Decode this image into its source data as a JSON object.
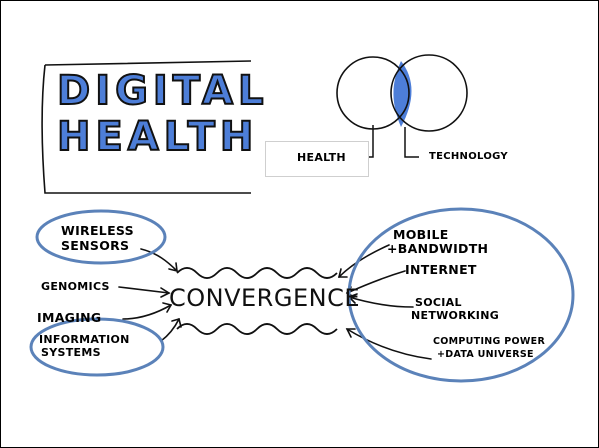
{
  "title": {
    "line1": "DIGITAL",
    "line2": "HEALTH"
  },
  "venn": {
    "left_label": "HEALTH",
    "right_label": "TECHNOLOGY",
    "overlap_color": "#4d7ed8"
  },
  "center_label": "CONVERGENCE",
  "inputs_left": [
    {
      "line1": "WIRELESS",
      "line2": "SENSORS"
    },
    {
      "line1": "GENOMICS"
    },
    {
      "line1": "IMAGING"
    },
    {
      "line1": "INFORMATION",
      "line2": "SYSTEMS"
    }
  ],
  "inputs_right": [
    {
      "line1": "MOBILE",
      "line2": "+BANDWIDTH"
    },
    {
      "line1": "INTERNET"
    },
    {
      "line1": "SOCIAL",
      "line2": "NETWORKING"
    },
    {
      "line1": "COMPUTING POWER",
      "line2": "+DATA UNIVERSE"
    }
  ],
  "colors": {
    "accent": "#4d7ed8",
    "ellipse_stroke": "#5b82b9",
    "ink": "#111111"
  }
}
